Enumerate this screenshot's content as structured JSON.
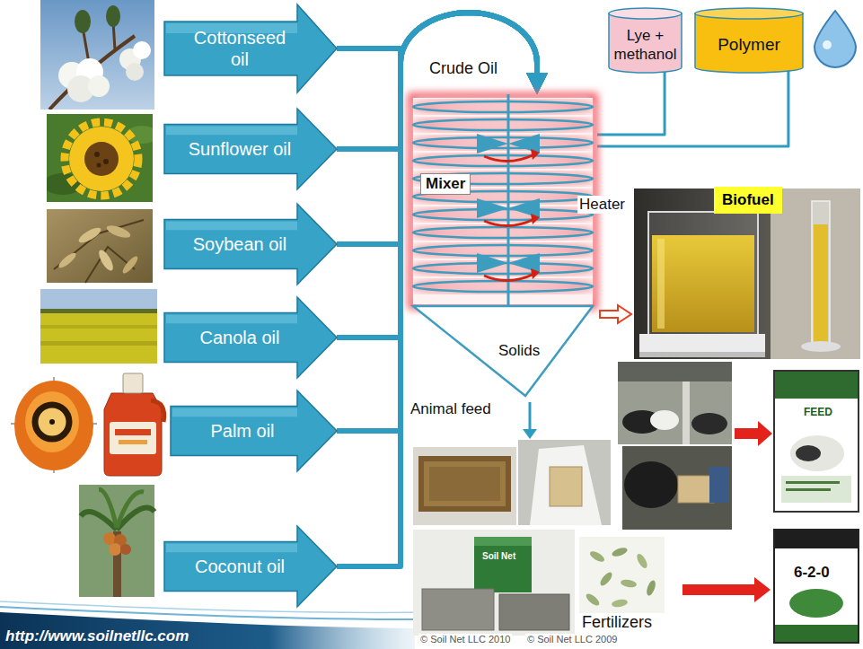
{
  "diagram": {
    "nodes": [
      {
        "text": [
          "Cottonseed oil"
        ]
      },
      {
        "text": [
          "Sunflower oil"
        ]
      },
      {
        "text": [
          "Soybean oil"
        ]
      },
      {
        "text": [
          "Canola oil"
        ]
      },
      {
        "text": [
          "Palm oil"
        ]
      },
      {
        "text": [
          "Coconut oil"
        ]
      },
      {
        "text": [
          "Lye + methanol"
        ]
      },
      {
        "text": [
          "Polymer"
        ]
      },
      {
        "text": [
          "Mixer",
          "Heater",
          "Solids"
        ]
      },
      {
        "text": [
          "Biofuel"
        ]
      }
    ],
    "edges": [
      {
        "from": 0,
        "to": 8,
        "arrow": "to"
      },
      {
        "from": 1,
        "to": 8,
        "arrow": "to"
      },
      {
        "from": 2,
        "to": 8,
        "arrow": "to"
      },
      {
        "from": 3,
        "to": 8,
        "arrow": "to"
      },
      {
        "from": 4,
        "to": 8,
        "arrow": "to"
      },
      {
        "from": 5,
        "to": 8,
        "arrow": "to"
      },
      {
        "from": 6,
        "to": 8,
        "arrow": "none"
      },
      {
        "from": 7,
        "to": 8,
        "arrow": "none"
      }
    ],
    "labels": [
      "Crude Oil",
      "Animal feed",
      "Fertilizers",
      "http://www.soilnetllc.com",
      "© Soil Net LLC 2009",
      "© Soil Net LLC 2010",
      "FEED",
      "6-2-0",
      "Soil Net"
    ]
  }
}
